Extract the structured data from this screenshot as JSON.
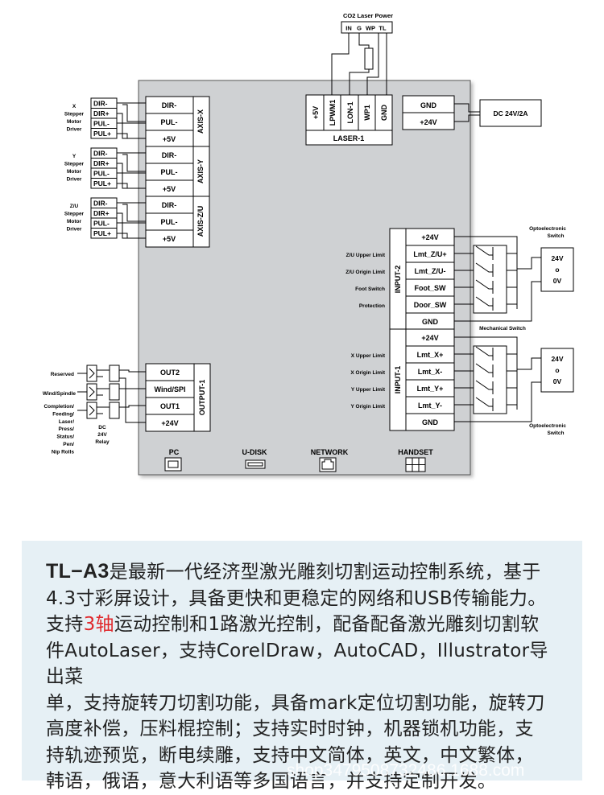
{
  "laser_power": {
    "title": "CO2 Laser Power",
    "pins": [
      "IN",
      "G",
      "WP",
      "TL"
    ]
  },
  "laser1": {
    "label": "LASER-1",
    "pins": [
      "+5V",
      "LPWM1",
      "LON-1",
      "WP1",
      "GND"
    ]
  },
  "power_in": {
    "pins": [
      "GND",
      "+24V"
    ],
    "supply": "DC 24V/2A"
  },
  "axes": [
    {
      "label": "AXIS-X",
      "pins": [
        "DIR-",
        "PUL-",
        "+5V"
      ],
      "driver_pins": [
        "DIR-",
        "DIR+",
        "PUL-",
        "PUL+"
      ],
      "driver_label": [
        "X",
        "Stepper",
        "Motor",
        "Driver"
      ]
    },
    {
      "label": "AXIS-Y",
      "pins": [
        "DIR-",
        "PUL-",
        "+5V"
      ],
      "driver_pins": [
        "DIR-",
        "DIR+",
        "PUL-",
        "PUL+"
      ],
      "driver_label": [
        "Y",
        "Stepper",
        "Motor",
        "Driver"
      ]
    },
    {
      "label": "AXIS-Z/U",
      "pins": [
        "DIR-",
        "PUL-",
        "+5V"
      ],
      "driver_pins": [
        "DIR-",
        "DIR+",
        "PUL-",
        "PUL+"
      ],
      "driver_label": [
        "Z/U",
        "Stepper",
        "Motor",
        "Driver"
      ]
    }
  ],
  "input2": {
    "label": "INPUT-2",
    "pins": [
      "+24V",
      "Lmt_Z/U+",
      "Lmt_Z/U-",
      "Foot_SW",
      "Door_SW",
      "GND"
    ],
    "signals": [
      "Z/U Upper Limit",
      "Z/U Origin Limit",
      "Foot Switch",
      "Protection"
    ]
  },
  "input1": {
    "label": "INPUT-1",
    "pins": [
      "+24V",
      "Lmt_X+",
      "Lmt_X-",
      "Lmt_Y+",
      "Lmt_Y-",
      "GND"
    ],
    "signals": [
      "X Upper Limit",
      "X Origin Limit",
      "Y Upper Limit",
      "Y Origin Limit"
    ]
  },
  "output1": {
    "label": "OUTPUT-1",
    "pins": [
      "OUT2",
      "Wind/SPI",
      "OUT1",
      "+24V"
    ],
    "signals": [
      "Reserved",
      "Wind/Spindle",
      "Completion/",
      "Feeding/",
      "Laser/",
      "Press/",
      "Status/",
      "Pen/",
      "Nip Rolls"
    ],
    "relay": [
      "DC",
      "24V",
      "Relay"
    ]
  },
  "right_side": {
    "opto_label": [
      "Optoelectronic",
      "Switch"
    ],
    "mech_label": "Mechanical Switch",
    "supply": [
      "24V",
      "o",
      "0V"
    ]
  },
  "ports": [
    "PC",
    "U-DISK",
    "NETWORK",
    "HANDSET"
  ],
  "description": {
    "model": "TL−A3",
    "line1_rest": "是最新一代经济型激光雕刻切割运动控制系统，基于",
    "line2": "4.3寸彩屏设计，具备更快和更稳定的网络和USB传输能力。",
    "line3_a": "支持",
    "line3_red": "3轴",
    "line3_b": "运动控制和1路激光控制，配备配备激光雕刻切割软",
    "line4": "件AutoLaser，支持CorelDraw，AutoCAD，Illustrator导出菜",
    "line5": "单，支持旋转刀切割功能，具备mark定位切割功能，旋转刀",
    "line6": "高度补偿，压料棍控制；支持实时时钟，机器锁机功能，支",
    "line7": "持轨迹预览，断电续雕，支持中文简体，英文，中文繁体，",
    "line8": "韩语，俄语，意大利语等多国语言，并支持定制开发。"
  },
  "watermark": "shop3479508732486.1688.com",
  "colors": {
    "board": "#cfd1d3",
    "line": "#000000",
    "desc_bg": "#e6f0f5",
    "highlight": "#e0282c"
  }
}
